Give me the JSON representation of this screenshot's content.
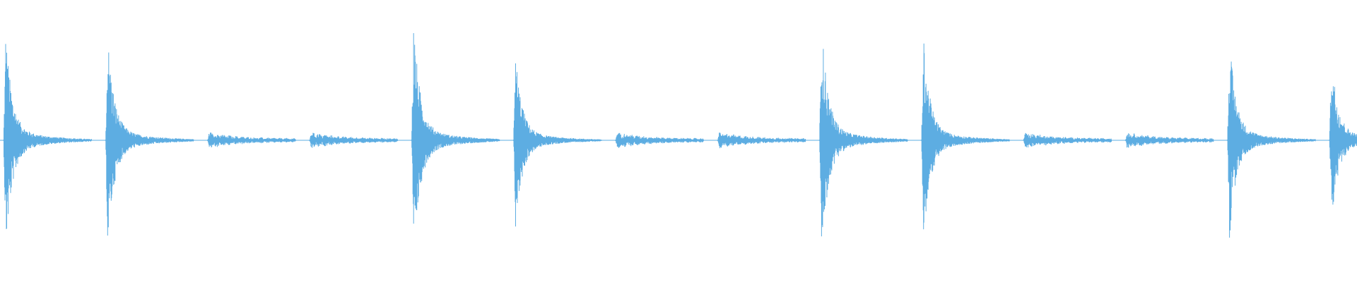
{
  "waveform": {
    "color": "#5dade2",
    "background": "#ffffff",
    "pattern": [
      "strong",
      "strong",
      "soft",
      "soft"
    ],
    "hits": [
      {
        "peak": 0.8,
        "trough": 0.82,
        "style": "strong"
      },
      {
        "peak": 0.78,
        "trough": 0.8,
        "style": "strong"
      },
      {
        "peak": 0.06,
        "trough": 0.06,
        "style": "soft"
      },
      {
        "peak": 0.06,
        "trough": 0.06,
        "style": "soft"
      },
      {
        "peak": 0.87,
        "trough": 0.88,
        "style": "strong"
      },
      {
        "peak": 0.63,
        "trough": 0.66,
        "style": "strong"
      },
      {
        "peak": 0.06,
        "trough": 0.06,
        "style": "soft"
      },
      {
        "peak": 0.06,
        "trough": 0.06,
        "style": "soft"
      },
      {
        "peak": 0.86,
        "trough": 0.87,
        "style": "strong"
      },
      {
        "peak": 0.75,
        "trough": 0.76,
        "style": "strong"
      },
      {
        "peak": 0.06,
        "trough": 0.06,
        "style": "soft"
      },
      {
        "peak": 0.06,
        "trough": 0.06,
        "style": "soft"
      },
      {
        "peak": 0.75,
        "trough": 0.73,
        "style": "strong"
      },
      {
        "peak": 0.64,
        "trough": 0.63,
        "style": "strong"
      }
    ]
  }
}
